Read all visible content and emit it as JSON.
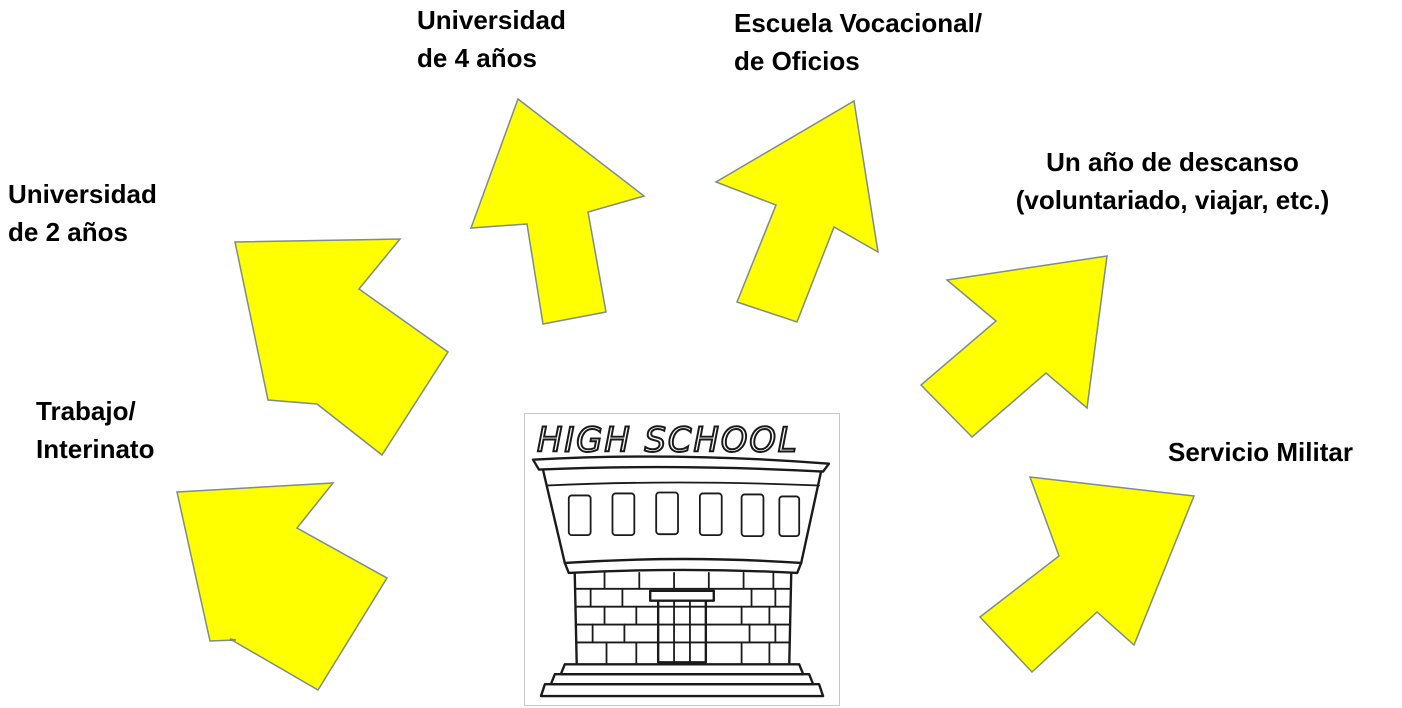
{
  "destinations": [
    {
      "id": "trabajo",
      "lines": [
        "Trabajo/",
        "Interinato"
      ]
    },
    {
      "id": "universidad-2",
      "lines": [
        "Universidad",
        "de 2 años"
      ]
    },
    {
      "id": "universidad-4",
      "lines": [
        "Universidad",
        "de 4 años"
      ]
    },
    {
      "id": "vocacional",
      "lines": [
        "Escuela Vocacional/",
        "de Oficios"
      ]
    },
    {
      "id": "descanso",
      "lines": [
        "Un año de descanso",
        "(voluntariado, viajar, etc.)"
      ]
    },
    {
      "id": "militar",
      "lines": [
        "Servicio Militar"
      ]
    }
  ],
  "school": {
    "sign_text": "HIGH SCHOOL"
  },
  "colors": {
    "arrow_fill": "#ffff00",
    "arrow_stroke": "#7d8c8c",
    "text": "#000000"
  }
}
